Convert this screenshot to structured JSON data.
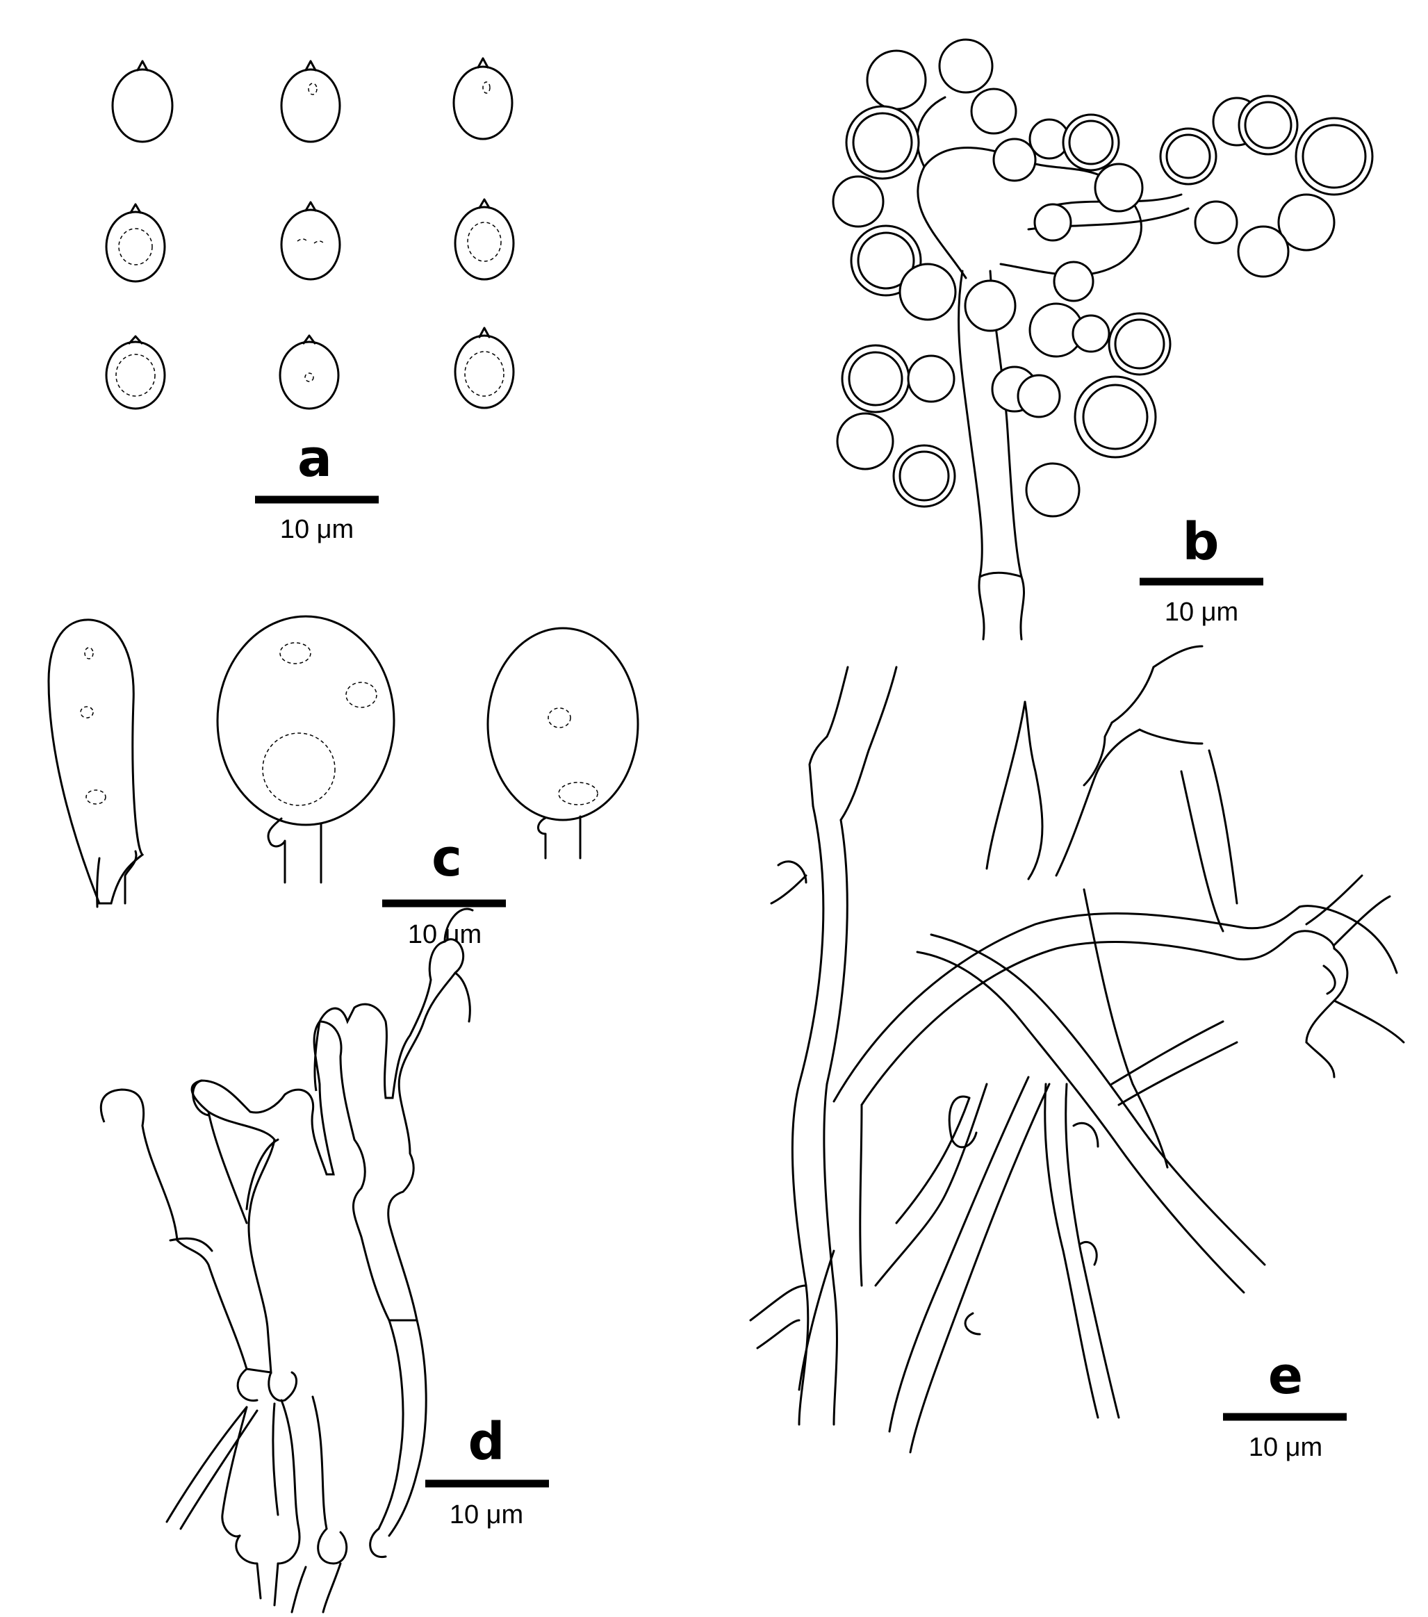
{
  "figure": {
    "panels": [
      {
        "label": "a",
        "scale_text": "10 μm",
        "content": "basidiospores"
      },
      {
        "label": "b",
        "scale_text": "10 μm",
        "content": "chlamydospore cluster"
      },
      {
        "label": "c",
        "scale_text": "10 μm",
        "content": "cystidia"
      },
      {
        "label": "d",
        "scale_text": "10 μm",
        "content": "branched hyphae"
      },
      {
        "label": "e",
        "scale_text": "10 μm",
        "content": "hyphal network"
      }
    ]
  },
  "colors": {
    "ink": "#000000",
    "background": "#ffffff"
  }
}
